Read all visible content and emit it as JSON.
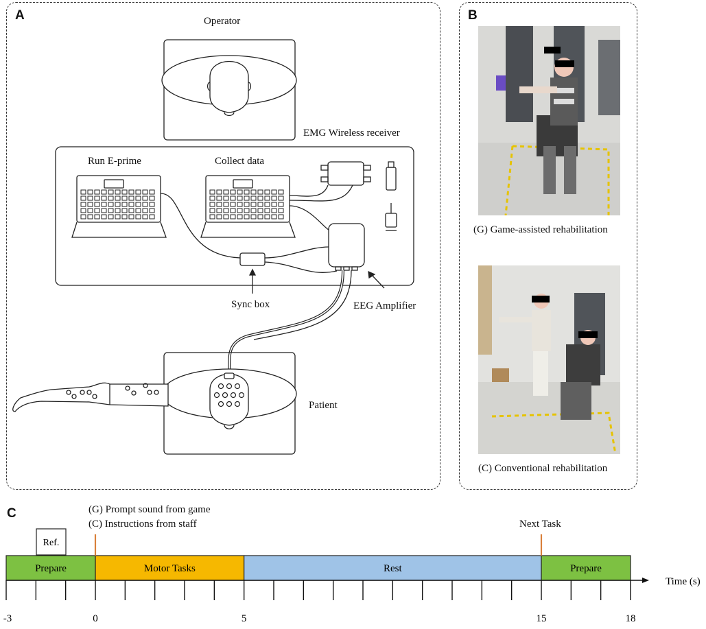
{
  "panel_a": {
    "label": "A",
    "operator_label": "Operator",
    "emg_label": "EMG Wireless receiver",
    "run_eprime_label": "Run E-prime",
    "collect_data_label": "Collect data",
    "sync_box_label": "Sync box",
    "eeg_amplifier_label": "EEG Amplifier",
    "patient_label": "Patient"
  },
  "panel_b": {
    "label": "B",
    "photo_top_caption": "(G) Game-assisted rehabilitation",
    "photo_bottom_caption": "(C) Conventional rehabilitation"
  },
  "panel_c": {
    "label": "C",
    "cue_line_1": "(G) Prompt sound from game",
    "cue_line_2": "(C) Instructions from staff",
    "ref_label": "Ref.",
    "next_task_label": "Next Task",
    "axis_label": "Time (s)",
    "tick_labels": [
      "-3",
      "0",
      "5",
      "15",
      "18"
    ],
    "segments": [
      {
        "label": "Prepare",
        "start": -3,
        "end": 0,
        "color": "#7dc142"
      },
      {
        "label": "Motor Tasks",
        "start": 0,
        "end": 5,
        "color": "#f6b800"
      },
      {
        "label": "Rest",
        "start": 5,
        "end": 15,
        "color": "#9fc3e7"
      },
      {
        "label": "Prepare",
        "start": 15,
        "end": 18,
        "color": "#7dc142"
      }
    ],
    "marker_color": "#d9803a"
  }
}
